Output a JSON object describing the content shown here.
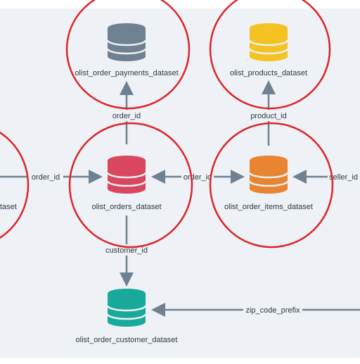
{
  "colors": {
    "background": "#eef1f5",
    "highlight_ring": "#d9262a",
    "arrow": "#6f8190",
    "payments_db": "#6f8190",
    "products_db": "#f4c323",
    "orders_db": "#d8475d",
    "order_items_db": "#e88432",
    "customer_db": "#19a99a"
  },
  "nodes": {
    "payments": {
      "label": "olist_order_payments_dataset",
      "icon": "database-icon"
    },
    "products": {
      "label": "olist_products_dataset",
      "icon": "database-icon"
    },
    "orders": {
      "label": "olist_orders_dataset",
      "icon": "database-icon"
    },
    "order_items": {
      "label": "olist_order_items_dataset",
      "icon": "database-icon"
    },
    "customer": {
      "label": "olist_order_customer_dataset",
      "icon": "database-icon"
    },
    "left_partial": {
      "label": "taset"
    }
  },
  "edges": {
    "orders_payments": "order_id",
    "items_products": "product_id",
    "left_orders": "order_id",
    "orders_items": "order_id",
    "right_items": "seller_id",
    "orders_customer": "customer_id",
    "right_customer": "zip_code_prefix"
  }
}
